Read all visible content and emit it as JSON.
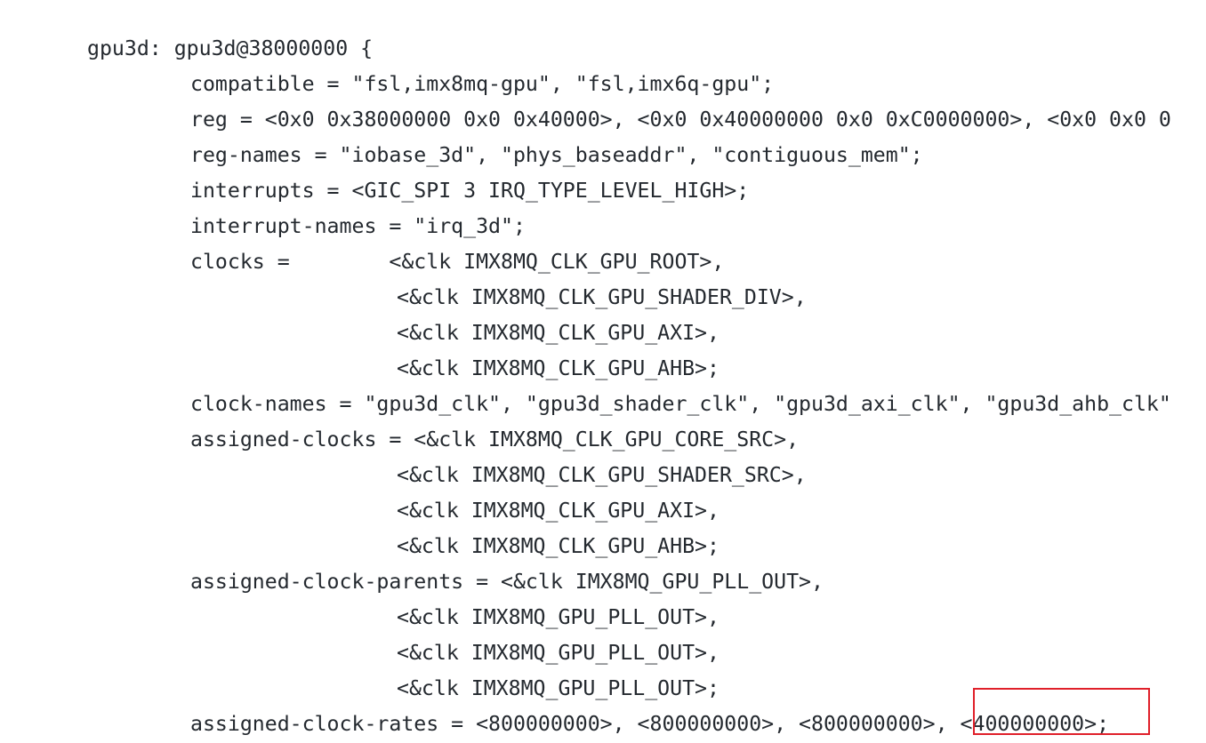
{
  "code": {
    "lines": [
      "gpu3d: gpu3d@38000000 {",
      "compatible = \"fsl,imx8mq-gpu\", \"fsl,imx6q-gpu\";",
      "reg = <0x0 0x38000000 0x0 0x40000>, <0x0 0x40000000 0x0 0xC0000000>, <0x0 0x0 0",
      "reg-names = \"iobase_3d\", \"phys_baseaddr\", \"contiguous_mem\";",
      "interrupts = <GIC_SPI 3 IRQ_TYPE_LEVEL_HIGH>;",
      "interrupt-names = \"irq_3d\";",
      "clocks =        <&clk IMX8MQ_CLK_GPU_ROOT>,",
      "<&clk IMX8MQ_CLK_GPU_SHADER_DIV>,",
      "<&clk IMX8MQ_CLK_GPU_AXI>,",
      "<&clk IMX8MQ_CLK_GPU_AHB>;",
      "clock-names = \"gpu3d_clk\", \"gpu3d_shader_clk\", \"gpu3d_axi_clk\", \"gpu3d_ahb_clk\"",
      "assigned-clocks = <&clk IMX8MQ_CLK_GPU_CORE_SRC>,",
      "<&clk IMX8MQ_CLK_GPU_SHADER_SRC>,",
      "<&clk IMX8MQ_CLK_GPU_AXI>,",
      "<&clk IMX8MQ_CLK_GPU_AHB>;",
      "assigned-clock-parents = <&clk IMX8MQ_GPU_PLL_OUT>,",
      "<&clk IMX8MQ_GPU_PLL_OUT>,",
      "<&clk IMX8MQ_GPU_PLL_OUT>,",
      "<&clk IMX8MQ_GPU_PLL_OUT>;",
      "assigned-clock-rates = <800000000>, <800000000>, <800000000>, <400000000>;"
    ]
  },
  "annotation": {
    "color": "#e0202a"
  }
}
